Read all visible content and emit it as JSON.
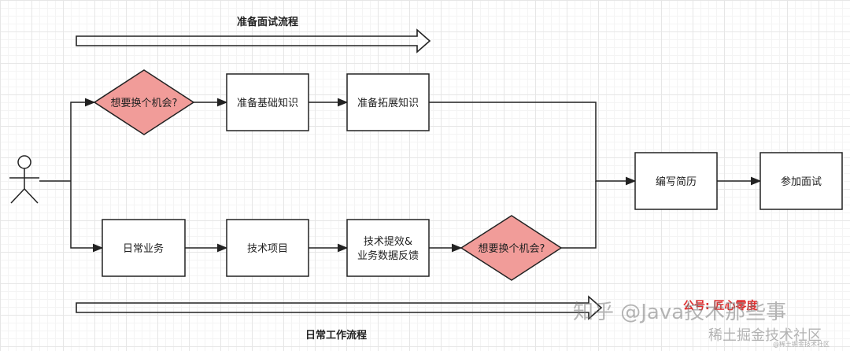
{
  "titles": {
    "top": "准备面试流程",
    "bottom": "日常工作流程"
  },
  "nodes": {
    "decision_top": "想要换个机会?",
    "prepare_basic": "准备基础知识",
    "prepare_extended": "准备拓展知识",
    "daily_business": "日常业务",
    "tech_project": "技术项目",
    "tech_efficiency_line1": "技术提效&",
    "tech_efficiency_line2": "业务数据反馈",
    "decision_bottom": "想要换个机会?",
    "write_resume": "编写简历",
    "attend_interview": "参加面试"
  },
  "watermarks": {
    "zhihu": "知乎 @Java技术那些事",
    "handle": "公号: 匠心零度",
    "juejin": "稀土掘金技术社区",
    "small": "@稀土掘金技术社区"
  },
  "colors": {
    "decision_fill": "#f19c99",
    "stroke": "#222222"
  }
}
